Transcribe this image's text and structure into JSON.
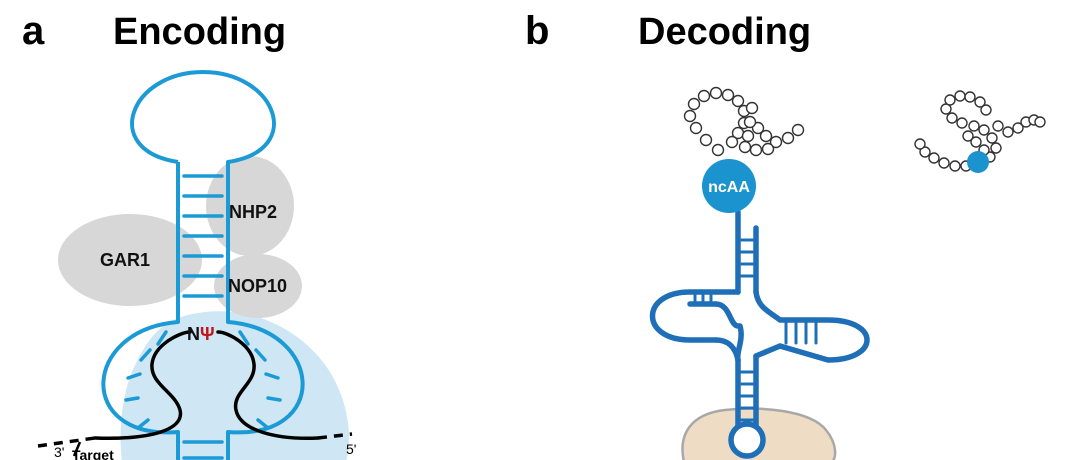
{
  "panels": {
    "a": {
      "letter": "a",
      "title": "Encoding"
    },
    "b": {
      "letter": "b",
      "title": "Decoding"
    }
  },
  "encoding": {
    "proteins": {
      "nhp2": "NHP2",
      "gar1": "GAR1",
      "nop10": "NOP10"
    },
    "pseudouridine": {
      "prefix": "N",
      "symbol": "Ψ"
    },
    "target_label": "Target",
    "three_prime": "3'",
    "five_prime": "5'"
  },
  "decoding": {
    "ncaa_label": "ncAA"
  },
  "colors": {
    "rna_blue": "#1b9ad6",
    "trna_blue": "#1f6fb8",
    "ncaa_fill": "#1a93cf",
    "protein_gray": "#d7d7d7",
    "shade_blue": "#cfe6f4",
    "ribosome_tan": "#efdcc4",
    "psi_red": "#c0161a"
  }
}
